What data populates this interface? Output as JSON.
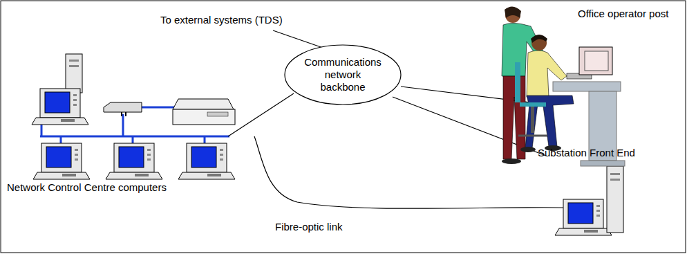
{
  "diagram": {
    "nodes": [
      {
        "text": [
          "Communications network backbone"
        ]
      }
    ],
    "labels": [
      "To external systems (TDS)",
      "Office operator post",
      "Network Control Centre computers",
      "Substation Front End",
      "Fibre-optic link"
    ]
  }
}
